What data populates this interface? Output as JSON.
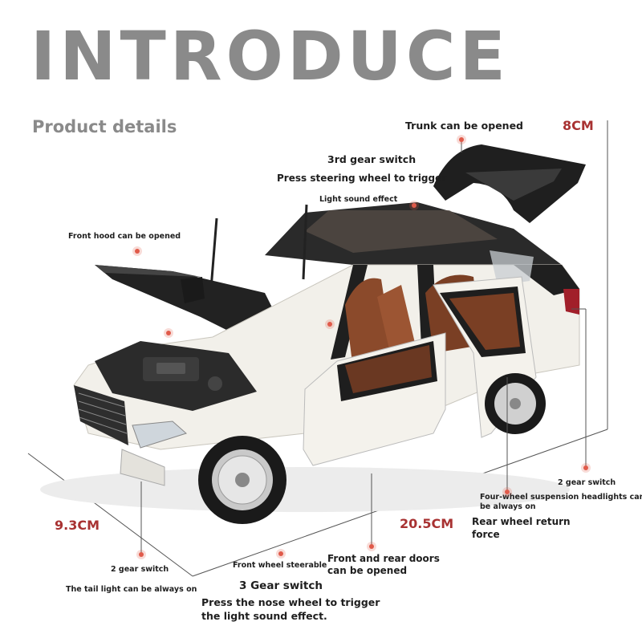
{
  "header": {
    "title": "INTRODUCE",
    "subtitle": "Product details"
  },
  "dimensions": {
    "height": "8CM",
    "width": "9.3CM",
    "length": "20.5CM"
  },
  "callouts": {
    "trunk": "Trunk can be opened",
    "gear3rd_title": "3rd gear switch",
    "gear3rd_detail": "Press steering wheel to trigger",
    "light_sound": "Light sound effect",
    "front_hood": "Front hood can be opened",
    "rear_gear": "2 gear switch",
    "suspension_line1": "Four-wheel suspension headlights can",
    "suspension_line2": "be always on",
    "rear_wheel_line1": "Rear wheel return",
    "rear_wheel_line2": "force",
    "front_gear": "2 gear switch",
    "tail_light": "The tail light can be always on",
    "front_wheel": "Front wheel steerable",
    "gear3_title": "3 Gear switch",
    "nose_line1": "Press the nose wheel to trigger",
    "nose_line2": "the light sound effect.",
    "doors_line1": "Front and rear doors",
    "doors_line2": "can be opened"
  },
  "colors": {
    "title": "#8a8a8a",
    "dimension": "#a83232",
    "marker": "#e05a4a",
    "car_body": "#f2f0ea",
    "car_roof": "#2a2a2a",
    "interior": "#8b4a2b"
  },
  "icons": {
    "marker": "dot-marker"
  }
}
